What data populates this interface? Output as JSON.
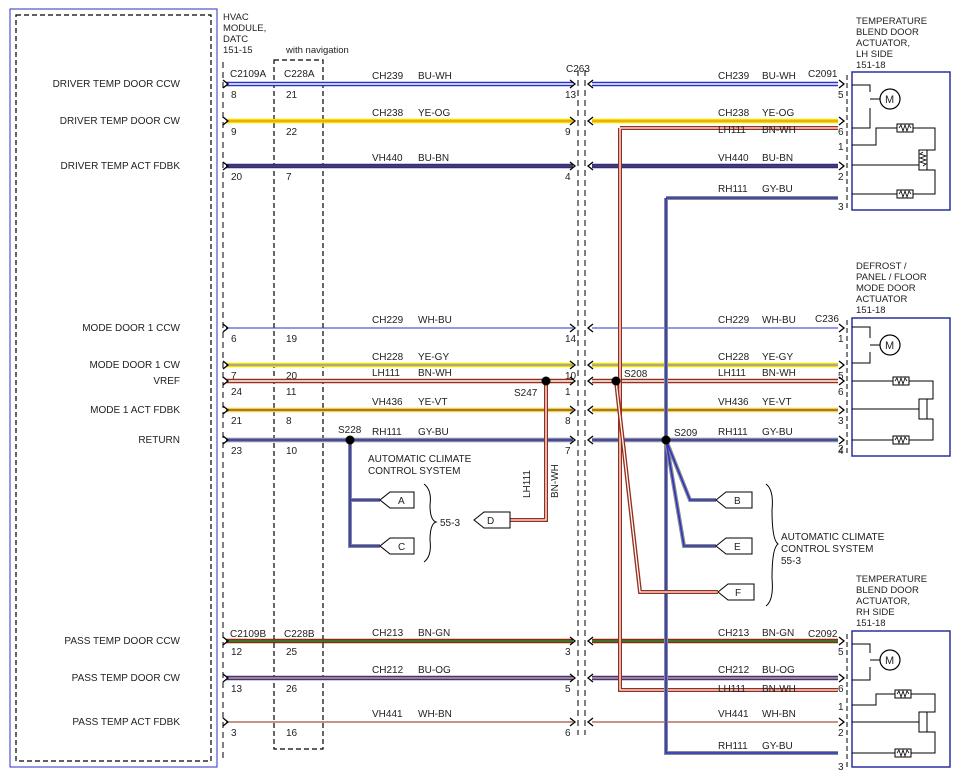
{
  "module": {
    "title_lines": [
      "HVAC",
      "MODULE,",
      "DATC",
      "151-15"
    ],
    "nav_note": "with navigation",
    "conn_left_top": "C2109A",
    "conn_nav_top": "C228A",
    "conn_left_bottom": "C2109B",
    "conn_nav_bottom": "C228B"
  },
  "inline_connector": "C263",
  "colors": {
    "BU-WH": [
      "#2832c8",
      "#ffffff"
    ],
    "YE-OG": [
      "#f0e000",
      "#f0a000"
    ],
    "BU-BN": [
      "#1a2fb0",
      "#7a3a10"
    ],
    "WH-BU": [
      "#ffffff",
      "#2832c8"
    ],
    "YE-GY": [
      "#f0e000",
      "#999999"
    ],
    "BN-WH": [
      "#9a2d1a",
      "#ffffff"
    ],
    "YE-VT": [
      "#f0e000",
      "#9040b0"
    ],
    "GY-BU": [
      "#8a8a8a",
      "#2832c8"
    ],
    "BN-GN": [
      "#8b2a10",
      "#2a8a2a"
    ],
    "BU-OG": [
      "#2832c8",
      "#f0a000"
    ],
    "WH-BN": [
      "#ffffff",
      "#8b2a10"
    ]
  },
  "signals": [
    {
      "label": "DRIVER TEMP DOOR CCW",
      "pin_a": "8",
      "pin_b": "21",
      "circuit": "CH239",
      "color": "BU-WH",
      "c263": "13"
    },
    {
      "label": "DRIVER TEMP DOOR CW",
      "pin_a": "9",
      "pin_b": "22",
      "circuit": "CH238",
      "color": "YE-OG",
      "c263": "9"
    },
    {
      "label": "DRIVER TEMP ACT FDBK",
      "pin_a": "20",
      "pin_b": "7",
      "circuit": "VH440",
      "color": "BU-BN",
      "c263": "4"
    },
    {
      "label": "MODE DOOR 1 CCW",
      "pin_a": "6",
      "pin_b": "19",
      "circuit": "CH229",
      "color": "WH-BU",
      "c263": "14"
    },
    {
      "label": "MODE DOOR 1 CW",
      "pin_a": "7",
      "pin_b": "20",
      "circuit": "CH228",
      "color": "YE-GY",
      "c263": "10"
    },
    {
      "label": "VREF",
      "pin_a": "24",
      "pin_b": "11",
      "circuit": "LH111",
      "color": "BN-WH",
      "c263": "1"
    },
    {
      "label": "MODE 1 ACT FDBK",
      "pin_a": "21",
      "pin_b": "8",
      "circuit": "VH436",
      "color": "YE-VT",
      "c263": "8"
    },
    {
      "label": "RETURN",
      "pin_a": "23",
      "pin_b": "10",
      "circuit": "RH111",
      "color": "GY-BU",
      "c263": "7"
    },
    {
      "label": "PASS TEMP DOOR CCW",
      "pin_a": "12",
      "pin_b": "25",
      "circuit": "CH213",
      "color": "BN-GN",
      "c263": "3"
    },
    {
      "label": "PASS TEMP DOOR CW",
      "pin_a": "13",
      "pin_b": "26",
      "circuit": "CH212",
      "color": "BU-OG",
      "c263": "5"
    },
    {
      "label": "PASS TEMP ACT FDBK",
      "pin_a": "3",
      "pin_b": "16",
      "circuit": "VH441",
      "color": "WH-BN",
      "c263": "6"
    }
  ],
  "actuators": [
    {
      "title_lines": [
        "TEMPERATURE",
        "BLEND DOOR",
        "ACTUATOR,",
        "LH SIDE",
        "151-18"
      ],
      "connector": "C2091",
      "wires": [
        {
          "circuit": "CH239",
          "color": "BU-WH",
          "pin": "5"
        },
        {
          "circuit": "CH238",
          "color": "YE-OG",
          "pin": "6"
        },
        {
          "circuit": "LH111",
          "color": "BN-WH",
          "pin": "1"
        },
        {
          "circuit": "VH440",
          "color": "BU-BN",
          "pin": "2"
        },
        {
          "circuit": "RH111",
          "color": "GY-BU",
          "pin": "3"
        }
      ]
    },
    {
      "title_lines": [
        "DEFROST /",
        "PANEL / FLOOR",
        "MODE DOOR",
        "ACTUATOR",
        "151-18"
      ],
      "connector": "C236",
      "wires": [
        {
          "circuit": "CH229",
          "color": "WH-BU",
          "pin": "1"
        },
        {
          "circuit": "CH228",
          "color": "YE-GY",
          "pin": "5"
        },
        {
          "circuit": "LH111",
          "color": "BN-WH",
          "pin": "6"
        },
        {
          "circuit": "VH436",
          "color": "YE-VT",
          "pin": "3"
        },
        {
          "circuit": "RH111",
          "color": "GY-BU",
          "pin": "4"
        }
      ],
      "extra_pins": [
        "2"
      ]
    },
    {
      "title_lines": [
        "TEMPERATURE",
        "BLEND DOOR",
        "ACTUATOR,",
        "RH SIDE",
        "151-18"
      ],
      "connector": "C2092",
      "wires": [
        {
          "circuit": "CH213",
          "color": "BN-GN",
          "pin": "5"
        },
        {
          "circuit": "CH212",
          "color": "BU-OG",
          "pin": "6"
        },
        {
          "circuit": "LH111",
          "color": "BN-WH",
          "pin": "1"
        },
        {
          "circuit": "VH441",
          "color": "WH-BN",
          "pin": "2"
        },
        {
          "circuit": "RH111",
          "color": "GY-BU",
          "pin": "3"
        }
      ]
    }
  ],
  "splices": {
    "s228": "S228",
    "s247": "S247",
    "s208": "S208",
    "s209": "S209"
  },
  "offpage": {
    "a": "A",
    "b": "B",
    "c": "C",
    "d": "D",
    "e": "E",
    "f": "F",
    "left_group_ref": "55-3",
    "left_group_title_lines": [
      "AUTOMATIC CLIMATE",
      "CONTROL SYSTEM"
    ],
    "right_group_title_lines": [
      "AUTOMATIC CLIMATE",
      "CONTROL SYSTEM",
      "55-3"
    ],
    "d_wire_circuit": "LH111",
    "d_wire_color": "BN-WH"
  }
}
